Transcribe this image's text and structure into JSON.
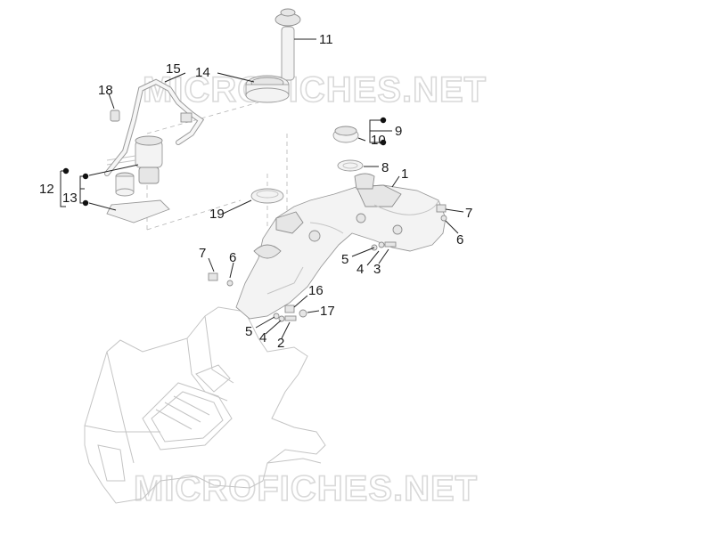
{
  "watermark": "MICROFICHES.NET",
  "callouts": {
    "c1": "1",
    "c2": "2",
    "c3a": "3",
    "c4a": "4",
    "c4b": "4",
    "c5a": "5",
    "c5b": "5",
    "c6a": "6",
    "c6b": "6",
    "c7a": "7",
    "c7b": "7",
    "c8": "8",
    "c9": "9",
    "c10": "10",
    "c11": "11",
    "c12": "12",
    "c13": "13",
    "c14": "14",
    "c15": "15",
    "c16": "16",
    "c17": "17",
    "c18": "18",
    "c19": "19"
  }
}
